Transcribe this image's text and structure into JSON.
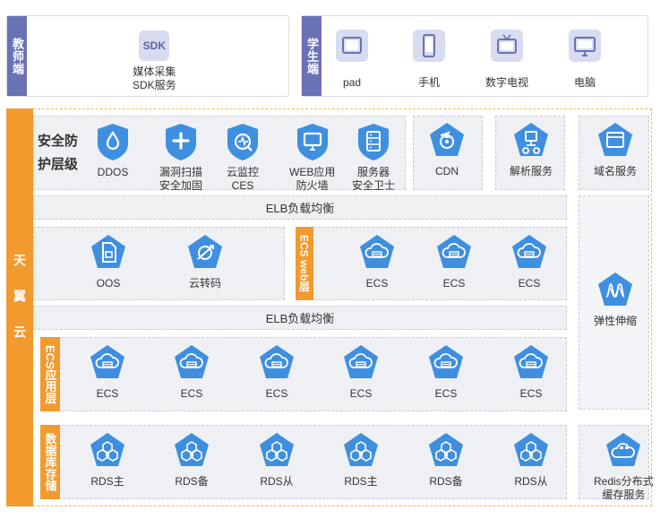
{
  "teacher": {
    "tab": "教师端",
    "sdk": {
      "icon_text": "SDK",
      "line1": "媒体采集",
      "line2": "SDK服务"
    }
  },
  "student": {
    "tab": "学生端",
    "devices": [
      {
        "label": "pad",
        "icon": "tablet-icon"
      },
      {
        "label": "手机",
        "icon": "phone-icon"
      },
      {
        "label": "数字电视",
        "icon": "tv-icon"
      },
      {
        "label": "电脑",
        "icon": "monitor-icon"
      }
    ]
  },
  "cloud": {
    "tab": "天翼云"
  },
  "security": {
    "title_line1": "安全防",
    "title_line2": "护层级",
    "items": [
      {
        "l1": "DDOS",
        "l2": "",
        "icon": "water-drop-icon"
      },
      {
        "l1": "漏洞扫描",
        "l2": "安全加固",
        "icon": "plus-icon"
      },
      {
        "l1": "云监控",
        "l2": "CES",
        "icon": "monitor-scan-icon"
      },
      {
        "l1": "WEB应用",
        "l2": "防火墙",
        "icon": "web-screen-icon"
      },
      {
        "l1": "服务器",
        "l2": "安全卫士",
        "icon": "server-icon"
      }
    ]
  },
  "side_services": [
    {
      "label": "CDN",
      "icon": "cdn-icon"
    },
    {
      "label": "解析服务",
      "icon": "dns-icon"
    },
    {
      "label": "域名服务",
      "icon": "browser-icon"
    }
  ],
  "elb1": "ELB负载均衡",
  "elb2": "ELB负载均衡",
  "storage": [
    {
      "label": "OOS",
      "icon": "file-icon"
    },
    {
      "label": "云转码",
      "icon": "transcode-icon"
    }
  ],
  "ecs_web": {
    "tab": "ECS web层",
    "items": [
      "ECS",
      "ECS",
      "ECS"
    ]
  },
  "autoscale": {
    "label": "弹性伸缩",
    "icon": "wave-icon"
  },
  "ecs_app": {
    "tab": "ECS应用层",
    "items": [
      "ECS",
      "ECS",
      "ECS",
      "ECS",
      "ECS",
      "ECS"
    ]
  },
  "db": {
    "tab": "数据库存储",
    "items": [
      "RDS主",
      "RDS备",
      "RDS从",
      "RDS主",
      "RDS备",
      "RDS从"
    ]
  },
  "redis": {
    "line1": "Redis分布式",
    "line2": "缓存服务",
    "icon": "redis-cloud-icon"
  },
  "colors": {
    "hex_blue": "#3f8fe0",
    "purple": "#6a72b6",
    "orange": "#f29a2e"
  }
}
